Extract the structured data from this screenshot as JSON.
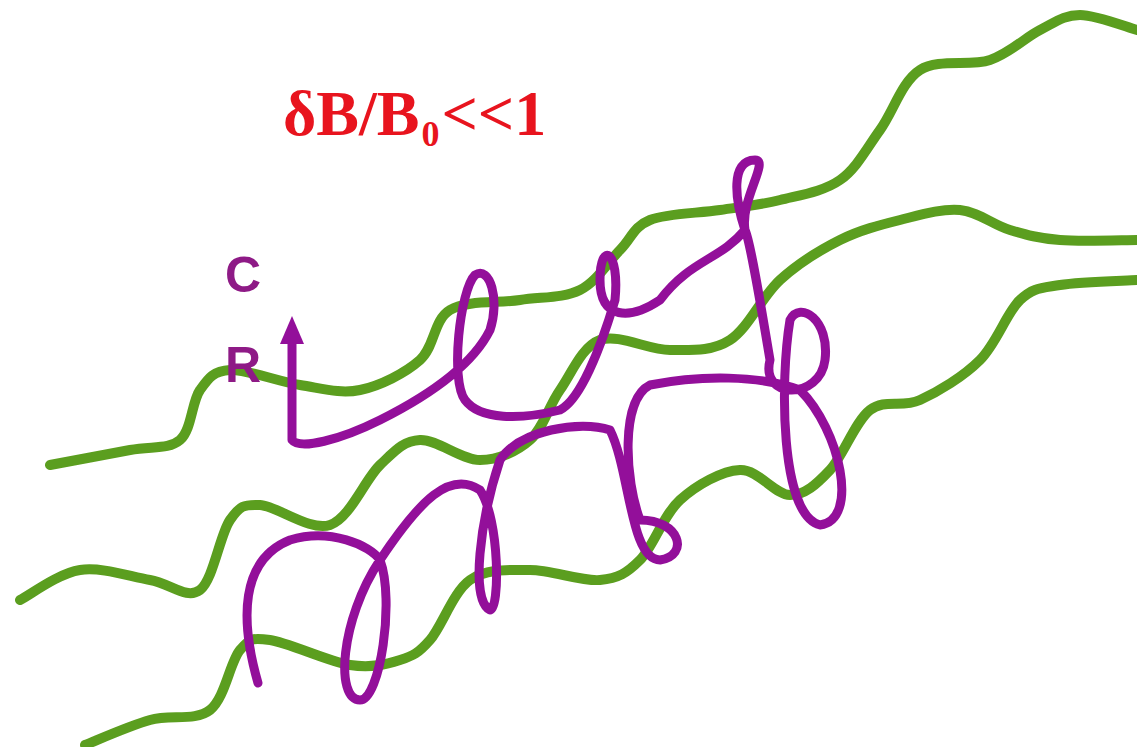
{
  "diagram": {
    "labels": [
      "δB/B",
      "0",
      "<<1",
      "C",
      "R"
    ]
  }
}
